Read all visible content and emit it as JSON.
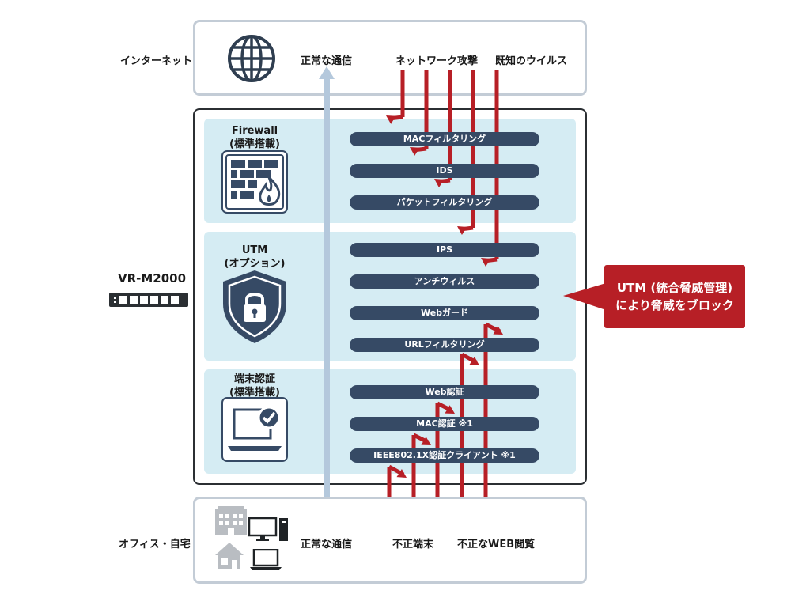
{
  "top": {
    "label": "インターネット",
    "normal": "正常な通信",
    "attack": "ネットワーク攻撃",
    "virus": "既知のウイルス"
  },
  "bottom": {
    "label": "オフィス・自宅",
    "normal": "正常な通信",
    "device": "不正端末",
    "web": "不正なWEB閲覧"
  },
  "product": {
    "name": "VR-M2000"
  },
  "firewall": {
    "title_line1": "Firewall",
    "title_line2": "(標準搭載)",
    "bars": [
      "MACフィルタリング",
      "IDS",
      "パケットフィルタリング"
    ]
  },
  "utm": {
    "title_line1": "UTM",
    "title_line2": "(オプション)",
    "bars": [
      "IPS",
      "アンチウィルス",
      "Webガード",
      "URLフィルタリング"
    ]
  },
  "auth": {
    "title_line1": "端末認証",
    "title_line2": "(標準搭載)",
    "bars": [
      "Web認証",
      "MAC認証 ※1",
      "IEEE802.1X認証クライアント ※1"
    ]
  },
  "callout": {
    "line1": "UTM (統合脅威管理)",
    "line2": "により脅威をブロック"
  },
  "colors": {
    "threat": "#b71f26",
    "bar": "#364a65",
    "panel": "#d5ecf3",
    "normal_arrow": "#b4c8dc",
    "frame": "#c3ccd6"
  }
}
